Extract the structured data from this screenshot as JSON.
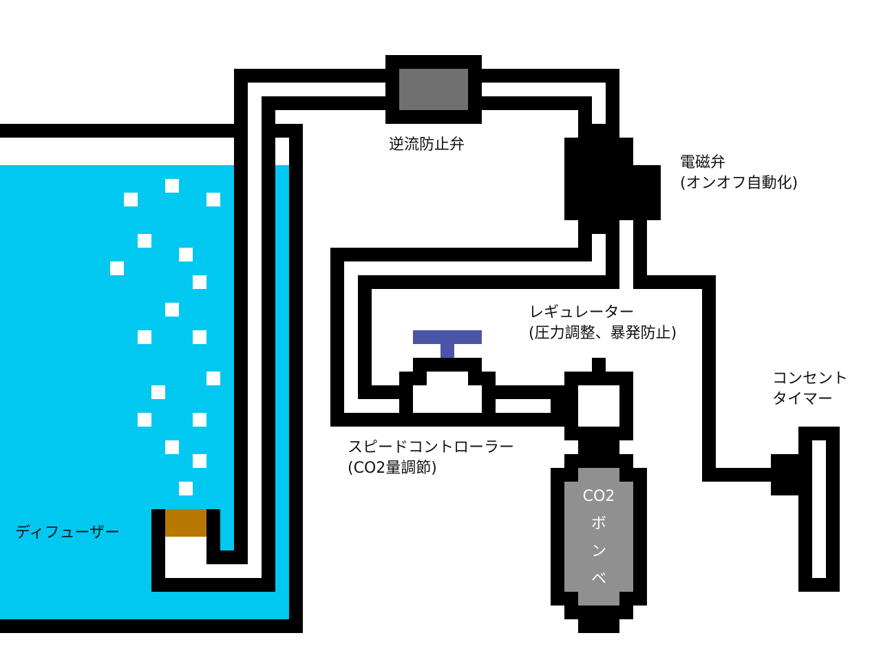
{
  "colors": {
    "outline": "#000000",
    "water": "#00c8f0",
    "bubble": "#ffffff",
    "diffuser_stone": "#b87800",
    "valve_body": "#707070",
    "cylinder": "#909090",
    "knob": "#4a55a8",
    "fitting": "#ffffff"
  },
  "labels": {
    "check_valve": "逆流防止弁",
    "solenoid": {
      "line1": "電磁弁",
      "line2": "(オンオフ自動化)"
    },
    "regulator": {
      "line1": "レギュレーター",
      "line2": "(圧力調整、暴発防止)"
    },
    "timer": {
      "line1": "コンセント",
      "line2": "タイマー"
    },
    "speed_controller": {
      "line1": "スピードコントローラー",
      "line2": "(CO2量調節)"
    },
    "diffuser": "ディフューザー",
    "cylinder": {
      "line1": "CO2",
      "line2": "ボ",
      "line3": "ン",
      "line4": "ベ"
    }
  },
  "components": [
    {
      "name": "aquarium",
      "icon": "tank-icon"
    },
    {
      "name": "diffuser",
      "icon": "diffuser-icon"
    },
    {
      "name": "check_valve",
      "icon": "check-valve-icon"
    },
    {
      "name": "solenoid",
      "icon": "solenoid-valve-icon"
    },
    {
      "name": "regulator",
      "icon": "regulator-icon"
    },
    {
      "name": "speed_controller",
      "icon": "needle-valve-icon"
    },
    {
      "name": "cylinder",
      "icon": "co2-cylinder-icon"
    },
    {
      "name": "timer",
      "icon": "outlet-timer-icon"
    }
  ]
}
